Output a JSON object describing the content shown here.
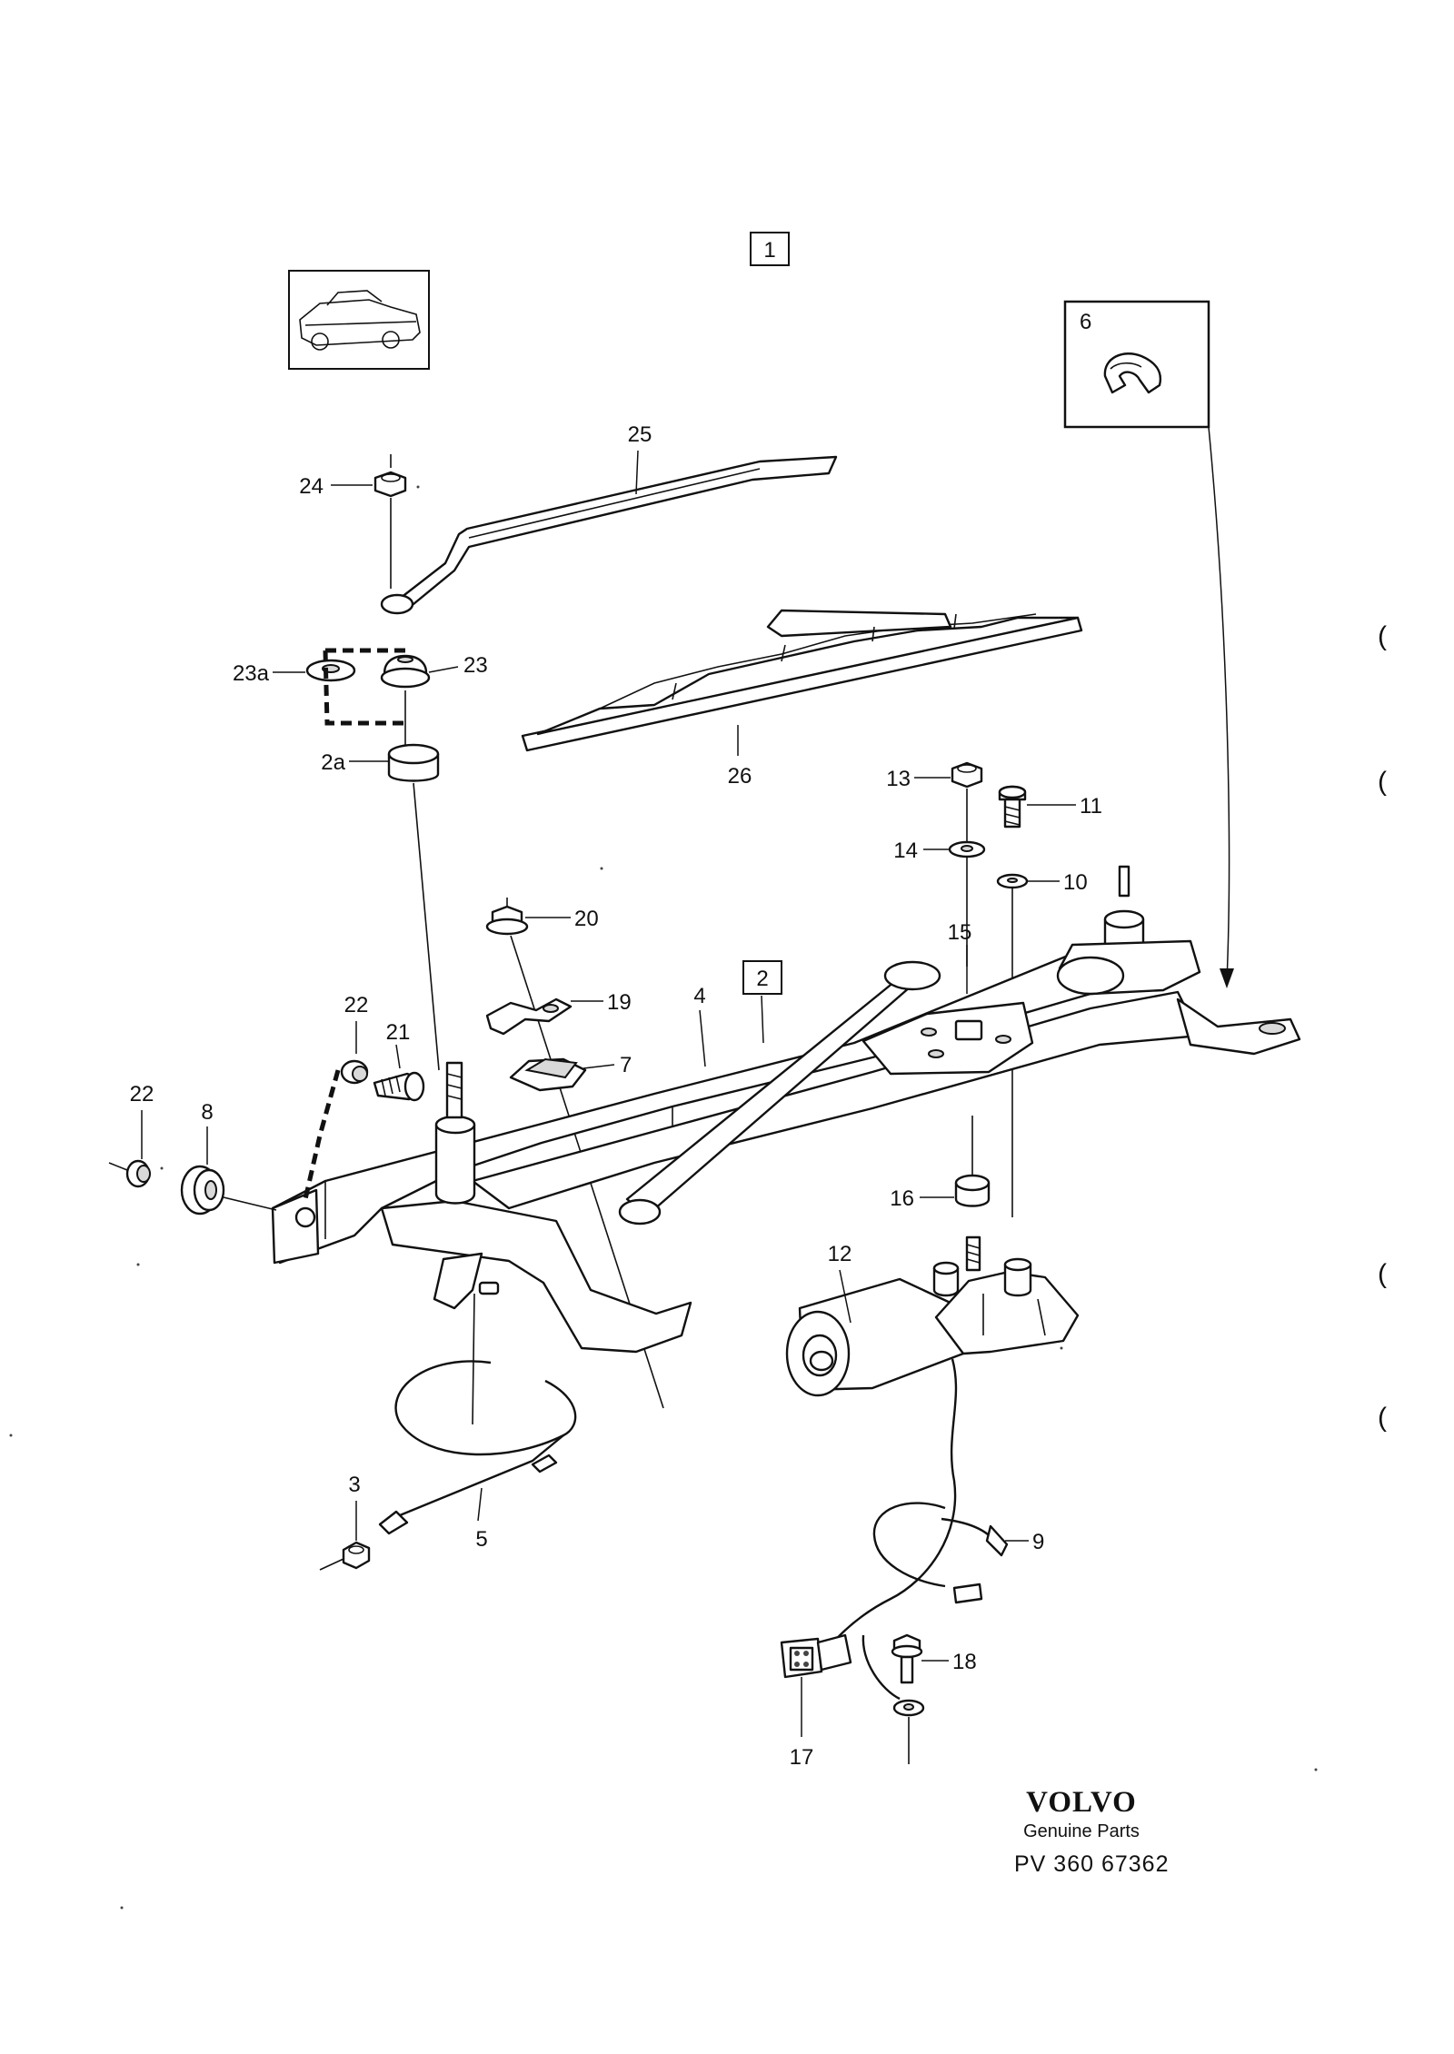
{
  "diagram": {
    "section_boxes": [
      "1",
      "2"
    ],
    "inset_part_number": "6",
    "callouts": [
      "24",
      "25",
      "23a",
      "23",
      "2a",
      "26",
      "13",
      "11",
      "14",
      "10",
      "15",
      "20",
      "19",
      "4",
      "7",
      "22",
      "21",
      "22",
      "8",
      "16",
      "12",
      "3",
      "5",
      "9",
      "18",
      "17"
    ]
  },
  "brand": {
    "logo": "VOLVO",
    "subtitle": "Genuine Parts",
    "reference": "PV  360 67362"
  },
  "page_marks": [
    "(",
    "(",
    "(",
    "("
  ]
}
